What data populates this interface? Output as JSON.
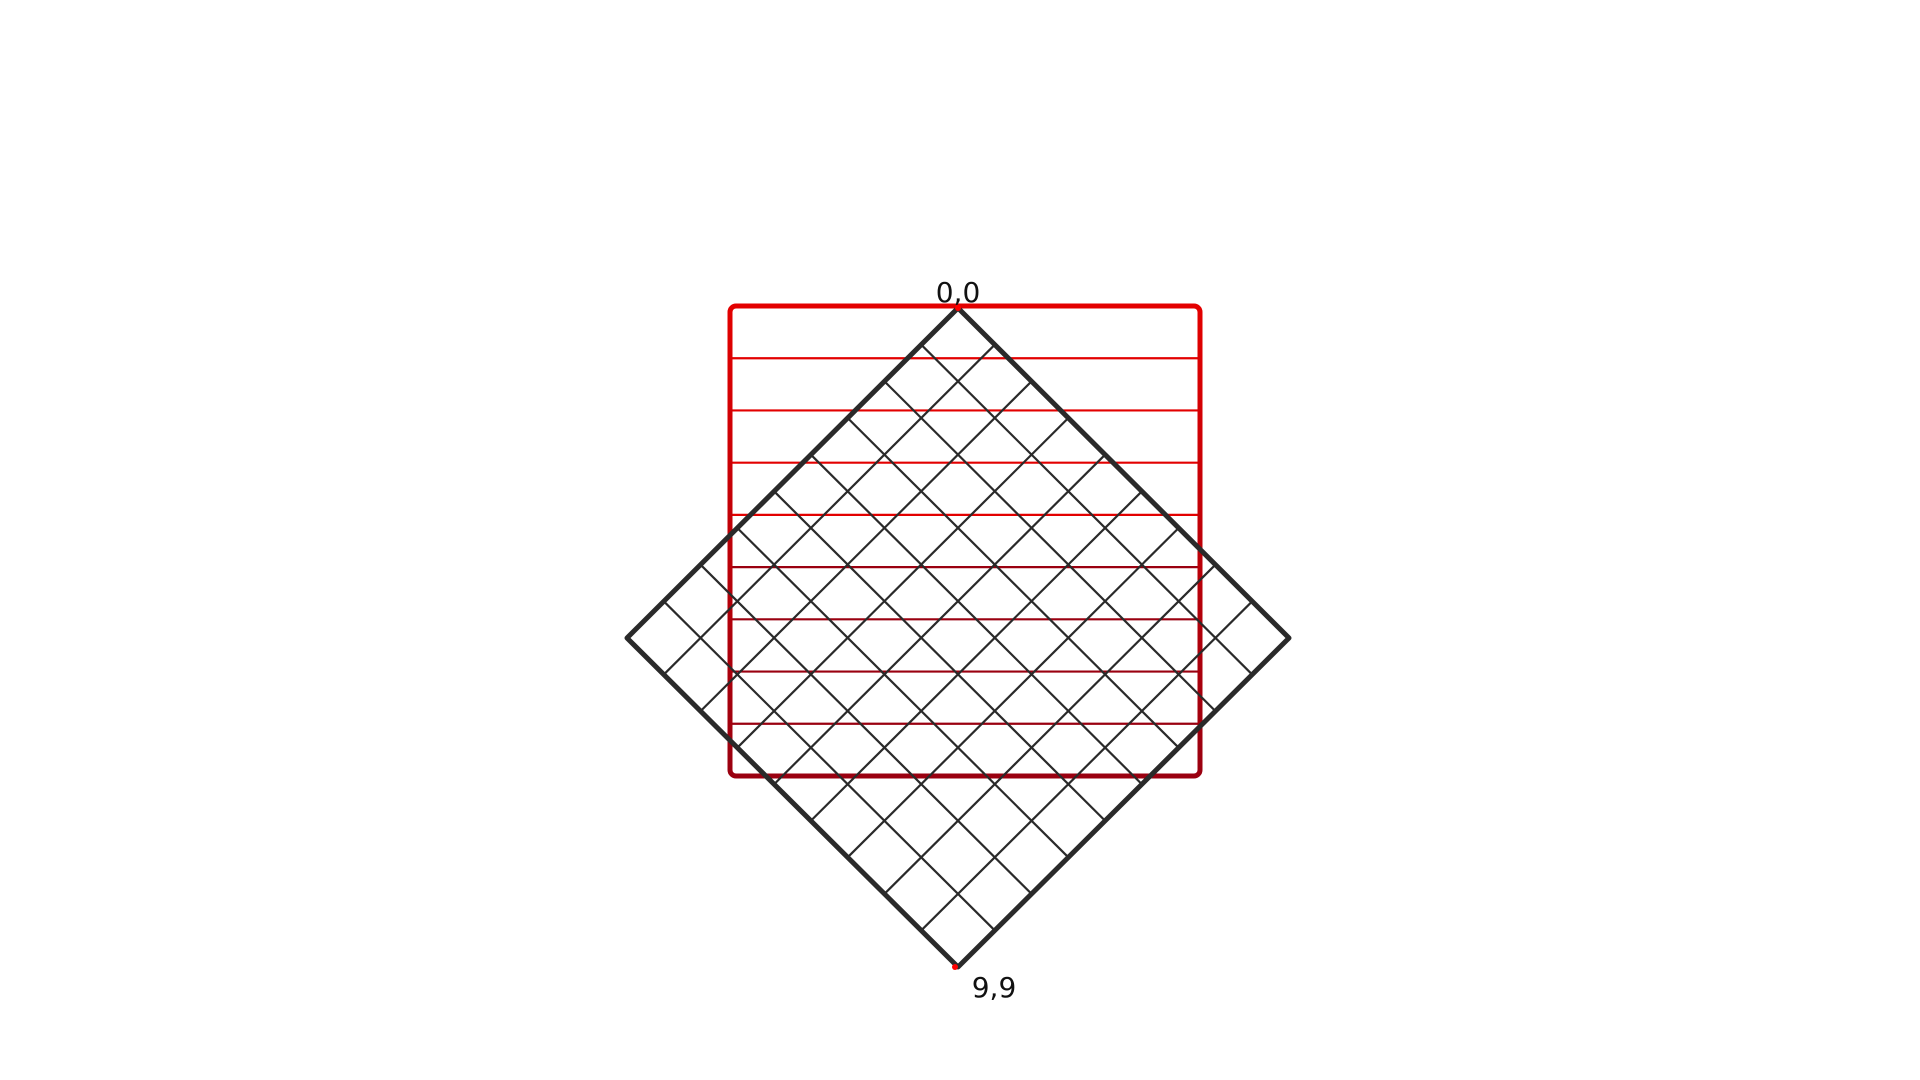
{
  "diagram": {
    "labels": {
      "origin": "0,0",
      "end": "9,9"
    },
    "red_grid": {
      "cells": 9,
      "color": "#e30000",
      "shade_color": "#9a0010"
    },
    "black_grid": {
      "cells": 9,
      "rotation_deg": 45,
      "color": "#2a2a2a"
    },
    "corner_markers": {
      "color": "#ff0000"
    }
  }
}
